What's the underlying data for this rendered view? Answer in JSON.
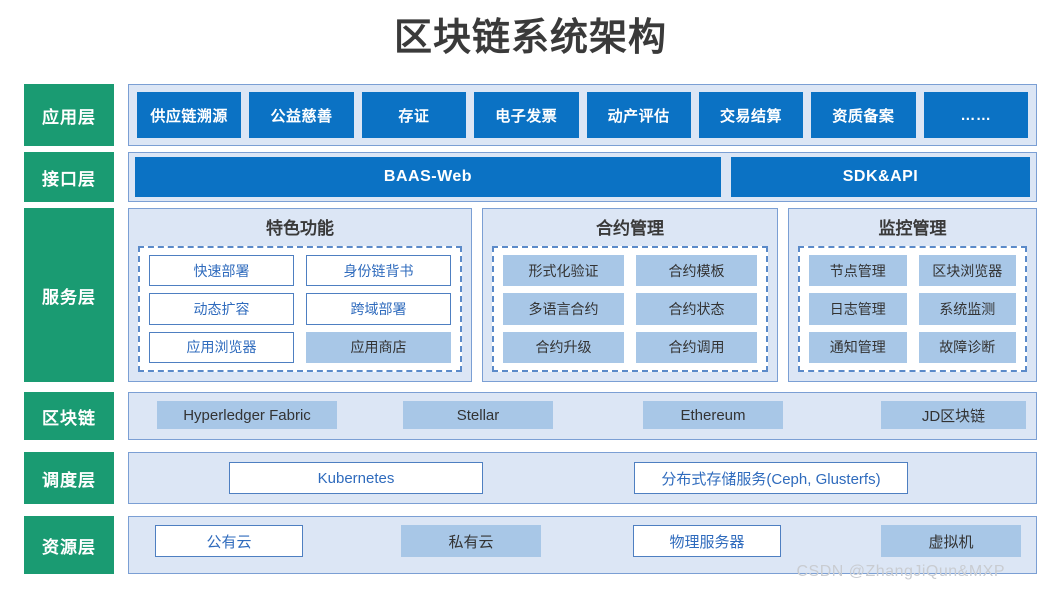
{
  "title": "区块链系统架构",
  "watermark": "CSDN @ZhangJiQun&MXP",
  "colors": {
    "layer_label_green": "#1a9b72",
    "chip_blue": "#0b72c4",
    "band_background": "#dce6f5",
    "band_border": "#7b9fd4",
    "filled_chip": "#a8c7e7",
    "outline_chip_border": "#4e7fc1",
    "outline_chip_text": "#2f6bbd",
    "title_text": "#3a3a3a"
  },
  "layers": [
    {
      "label": "应用层",
      "chips": [
        {
          "label": "供应链溯源"
        },
        {
          "label": "公益慈善"
        },
        {
          "label": "存证"
        },
        {
          "label": "电子发票"
        },
        {
          "label": "动产评估"
        },
        {
          "label": "交易结算"
        },
        {
          "label": "资质备案"
        },
        {
          "label": "……"
        }
      ]
    },
    {
      "label": "接口层",
      "chips": [
        {
          "label": "BAAS-Web"
        },
        {
          "label": "SDK&API"
        }
      ]
    },
    {
      "label": "服务层",
      "groups": [
        {
          "title": "特色功能",
          "chips": [
            {
              "label": "快速部署",
              "style": "outline"
            },
            {
              "label": "身份链背书",
              "style": "outline"
            },
            {
              "label": "动态扩容",
              "style": "outline"
            },
            {
              "label": "跨域部署",
              "style": "outline"
            },
            {
              "label": "应用浏览器",
              "style": "outline"
            },
            {
              "label": "应用商店",
              "style": "filled"
            }
          ]
        },
        {
          "title": "合约管理",
          "chips": [
            {
              "label": "形式化验证",
              "style": "filled"
            },
            {
              "label": "合约模板",
              "style": "filled"
            },
            {
              "label": "多语言合约",
              "style": "filled"
            },
            {
              "label": "合约状态",
              "style": "filled"
            },
            {
              "label": "合约升级",
              "style": "filled"
            },
            {
              "label": "合约调用",
              "style": "filled"
            }
          ]
        },
        {
          "title": "监控管理",
          "chips": [
            {
              "label": "节点管理",
              "style": "filled"
            },
            {
              "label": "区块浏览器",
              "style": "filled"
            },
            {
              "label": "日志管理",
              "style": "filled"
            },
            {
              "label": "系统监测",
              "style": "filled"
            },
            {
              "label": "通知管理",
              "style": "filled"
            },
            {
              "label": "故障诊断",
              "style": "filled"
            }
          ]
        }
      ]
    },
    {
      "label": "区块链",
      "chips": [
        {
          "label": "Hyperledger Fabric",
          "style": "filled"
        },
        {
          "label": "Stellar",
          "style": "filled"
        },
        {
          "label": "Ethereum",
          "style": "filled"
        },
        {
          "label": "JD区块链",
          "style": "filled"
        }
      ]
    },
    {
      "label": "调度层",
      "chips": [
        {
          "label": "Kubernetes",
          "style": "outline"
        },
        {
          "label": "分布式存储服务(Ceph, Glusterfs)",
          "style": "outline"
        }
      ]
    },
    {
      "label": "资源层",
      "chips": [
        {
          "label": "公有云",
          "style": "outline"
        },
        {
          "label": "私有云",
          "style": "filled"
        },
        {
          "label": "物理服务器",
          "style": "outline"
        },
        {
          "label": "虚拟机",
          "style": "filled"
        }
      ]
    }
  ]
}
